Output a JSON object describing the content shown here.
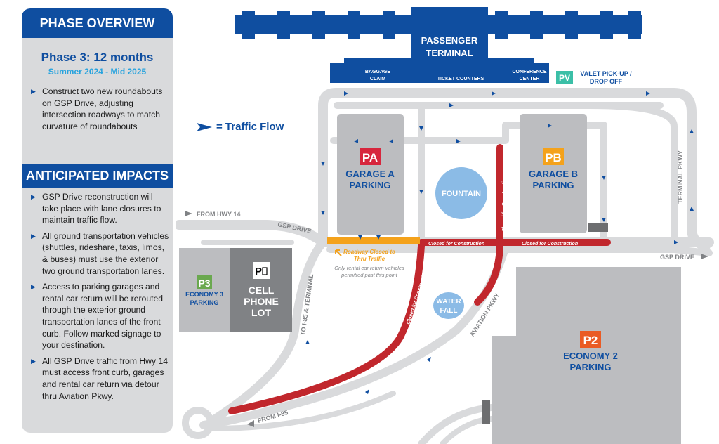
{
  "phase_overview": {
    "header": "PHASE OVERVIEW",
    "title": "Phase 3: 12 months",
    "subtitle": "Summer 2024 - Mid 2025",
    "bullets": [
      "Construct two new roundabouts on GSP Drive, adjusting intersection roadways to match curvature of roundabouts"
    ]
  },
  "impacts": {
    "header": "ANTICIPATED IMPACTS",
    "bullets": [
      "GSP Drive reconstruction will take place with lane closures to maintain traffic flow.",
      "All ground transportation vehicles (shuttles, rideshare, taxis, limos, & buses) must use the exterior two ground transportation lanes.",
      "Access to parking garages and rental car return will be rerouted through the exterior ground transportation lanes of the front curb. Follow marked signage to your destination.",
      "All GSP Drive traffic from Hwy 14 must access front curb, garages and rental car return via detour thru Aviation Pkwy."
    ]
  },
  "legend": {
    "label": "= Traffic Flow",
    "icon": "arrow-icon"
  },
  "terminal": {
    "name_line1": "PASSENGER",
    "name_line2": "TERMINAL",
    "baggage_line1": "BAGGAGE",
    "baggage_line2": "CLAIM",
    "ticket": "TICKET COUNTERS",
    "conference_line1": "CONFERENCE",
    "conference_line2": "CENTER"
  },
  "valet": {
    "badge": "PV",
    "line1": "VALET PICK-UP /",
    "line2": "DROP OFF"
  },
  "garage_a": {
    "badge": "PA",
    "line1": "GARAGE A",
    "line2": "PARKING"
  },
  "garage_b": {
    "badge": "PB",
    "line1": "GARAGE B",
    "line2": "PARKING"
  },
  "p3": {
    "badge": "P3",
    "line1": "ECONOMY 3",
    "line2": "PARKING"
  },
  "cell": {
    "badge": "P",
    "line1": "CELL",
    "line2": "PHONE",
    "line3": "LOT"
  },
  "p2": {
    "badge": "P2",
    "line1": "ECONOMY 2",
    "line2": "PARKING"
  },
  "fountain": "FOUNTAIN",
  "waterfall": {
    "line1": "WATER",
    "line2": "FALL"
  },
  "roads": {
    "from_hwy14": "FROM HWY 14",
    "gsp_drive_left": "GSP DRIVE",
    "gsp_drive_right": "GSP DRIVE",
    "terminal_pkwy": "TERMINAL PKWY",
    "aviation_pkwy": "AVIATION PKWY",
    "to_i85": "TO I-85 & TERMINAL",
    "from_i85": "FROM I-85"
  },
  "closures": {
    "label": "Closed for Construction",
    "roadway_closed_line1": "Roadway Closed to",
    "roadway_closed_line2": "Thru Traffic",
    "rental_note_line1": "Only rental car return vehicles",
    "rental_note_line2": "permitted past this point"
  },
  "colors": {
    "blue": "#0f4ea0",
    "light_blue": "#27a3de",
    "road": "#d9dadc",
    "closed": "#c1272d",
    "orange": "#f4a21b",
    "garage": "#bcbdc0",
    "pa_badge": "#d7263d",
    "pb_badge": "#f4a21b",
    "p2_badge": "#ea5b24",
    "p3_badge": "#6aa84f",
    "pv_badge": "#3bbfa7",
    "fountain": "#8bbbe6"
  }
}
